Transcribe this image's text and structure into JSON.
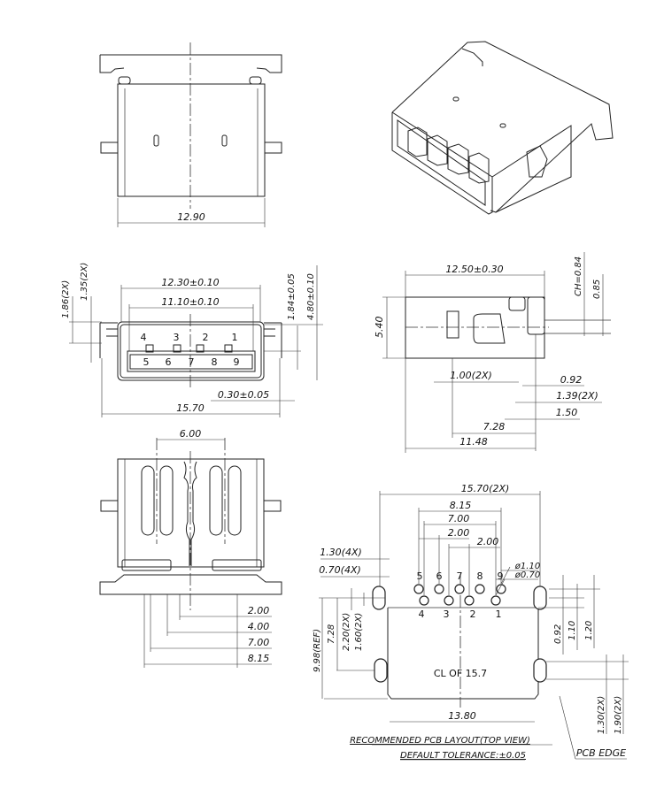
{
  "drawing": {
    "subject": "USB Type-A receptacle connector",
    "views": {
      "top_view": {
        "dims": {
          "width": "12.90"
        }
      },
      "isometric_view": {},
      "front_view": {
        "dims": {
          "outer_width": "12.30±0.10",
          "inner_width": "11.10±0.10",
          "overall_width": "15.70",
          "lead_width": "0.30±0.05",
          "left_a": "1.86(2X)",
          "left_b": "1.35(2X)",
          "right_a": "1.84±0.05",
          "right_b": "4.80±0.10"
        },
        "pins_top": [
          "4",
          "3",
          "2",
          "1"
        ],
        "pins_bottom": [
          "5",
          "6",
          "7",
          "8",
          "9"
        ]
      },
      "side_view": {
        "dims": {
          "length": "12.50±0.30",
          "height": "5.40",
          "chamfer": "CH=0.84",
          "d085": "0.85",
          "d100": "1.00(2X)",
          "d092": "0.92",
          "d139": "1.39(2X)",
          "d150": "1.50",
          "d728": "7.28",
          "d1148": "11.48"
        }
      },
      "bottom_view": {
        "dims": {
          "spacing": "6.00",
          "d200": "2.00",
          "d400": "4.00",
          "d700": "7.00",
          "d815": "8.15"
        }
      },
      "pcb_layout": {
        "dims": {
          "overall": "15.70(2X)",
          "d815": "8.15",
          "d700": "7.00",
          "d200a": "2.00",
          "d200b": "2.00",
          "slot_outer": "1.30(4X)",
          "slot_inner": "0.70(4X)",
          "pad_outer": "ø1.10",
          "pad_inner": "ø0.70",
          "d092": "0.92",
          "d110": "1.10",
          "d120": "1.20",
          "ref": "9.98(REF)",
          "d728": "7.28",
          "d220": "2.20(2X)",
          "d160": "1.60(2X)",
          "d1380": "13.80",
          "d130": "1.30(2X)",
          "d190": "1.90(2X)"
        },
        "centerline_label": "CL  OF  15.7",
        "pcb_edge_label": "PCB  EDGE",
        "pins_top": [
          "5",
          "6",
          "7",
          "8",
          "9"
        ],
        "pins_bottom": [
          "4",
          "3",
          "2",
          "1"
        ]
      }
    },
    "notes": {
      "layout_title": "RECOMMENDED  PCB  LAYOUT(TOP  VIEW)",
      "tolerance": "DEFAULT  TOLERANCE:±0.05"
    }
  }
}
